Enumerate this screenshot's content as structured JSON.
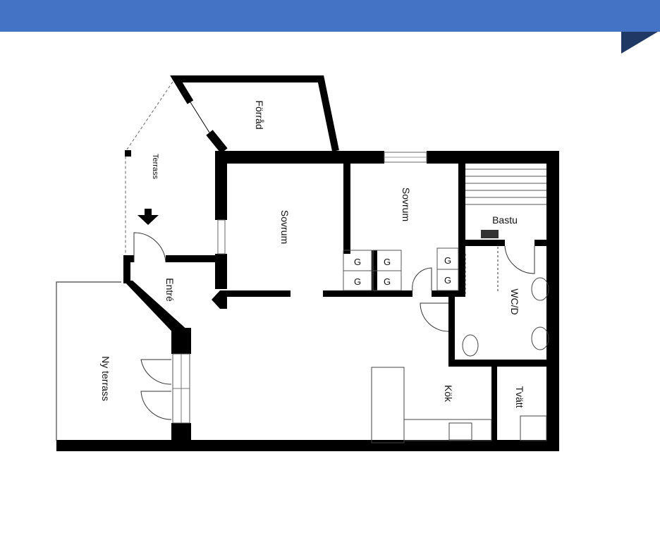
{
  "slide": {
    "banner_color": "#4472c4",
    "corner_color": "#203864"
  },
  "floorplan": {
    "rooms": {
      "forrad": "Förråd",
      "terrass": "Terrass",
      "sovrum1": "Sovrum",
      "sovrum2": "Sovrum",
      "bastu": "Bastu",
      "entre": "Entré",
      "wcd": "WC/D",
      "ny_terrass": "Ny terrass",
      "kok": "Kök",
      "tvatt": "Tvätt"
    },
    "cabinet_label": "G"
  }
}
